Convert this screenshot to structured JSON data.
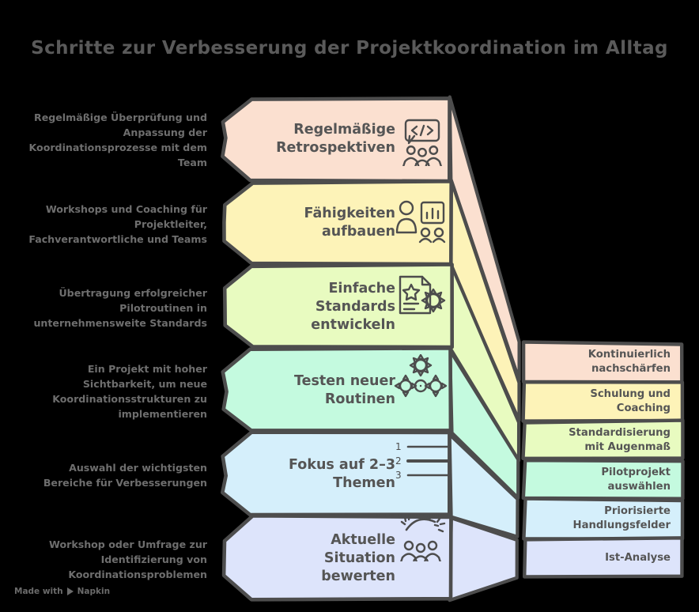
{
  "title": "Schritte zur Verbesserung der Projektkoordination im Alltag",
  "footer": {
    "text_before": "Made with",
    "brand": "Napkin",
    "icon": "play-triangle-icon"
  },
  "palette": {
    "peach": "#fbe0d0",
    "yellow": "#fdf3b8",
    "lime": "#e8fbc0",
    "mint": "#c4fadf",
    "sky": "#d5effb",
    "lavender": "#dde4fb",
    "stroke": "#4d4d4d",
    "text": "#555555",
    "desc_text": "#6e6e6e",
    "title_text": "#5a5a5a",
    "background": "#000000"
  },
  "steps": [
    {
      "index": 1,
      "step_title": "Regelmäßige\nRetrospektiven",
      "description": "Regelmäßige Überprüfung und\nAnpassung der\nKoordinationsprozesse mit dem\nTeam",
      "outcome": "Kontinuierlich\nnachschärfen",
      "icon": "code-bubble-people-icon",
      "color": "#fbe0d0"
    },
    {
      "index": 2,
      "step_title": "Fähigkeiten\naufbauen",
      "description": "Workshops und Coaching für\nProjektleiter,\nFachverantwortliche und Teams",
      "outcome": "Schulung und\nCoaching",
      "icon": "presentation-trainer-icon",
      "color": "#fdf3b8"
    },
    {
      "index": 3,
      "step_title": "Einfache\nStandards\nentwickeln",
      "description": "Übertragung erfolgreicher\nPilotroutinen in\nunternehmensweite Standards",
      "outcome": "Standardisierung\nmit Augenmaß",
      "icon": "document-star-gear-icon",
      "color": "#e8fbc0"
    },
    {
      "index": 4,
      "step_title": "Testen neuer\nRoutinen",
      "description": "Ein Projekt mit hoher\nSichtbarkeit, um neue\nKoordinationsstrukturen zu\nimplementieren",
      "outcome": "Pilotprojekt\nauswählen",
      "icon": "gears-cluster-icon",
      "color": "#c4fadf"
    },
    {
      "index": 5,
      "step_title": "Fokus auf 2–3\nThemen",
      "description": "Auswahl der wichtigsten\nBereiche für Verbesserungen",
      "outcome": "Priorisierte\nHandlungsfelder",
      "icon": "numbered-list-icon",
      "color": "#d5effb"
    },
    {
      "index": 6,
      "step_title": "Aktuelle\nSituation\nbewerten",
      "description": "Workshop oder Umfrage zur\nIdentifizierung von\nKoordinationsproblemen",
      "outcome": "Ist-Analyse",
      "icon": "celebration-people-icon",
      "color": "#dde4fb"
    }
  ]
}
